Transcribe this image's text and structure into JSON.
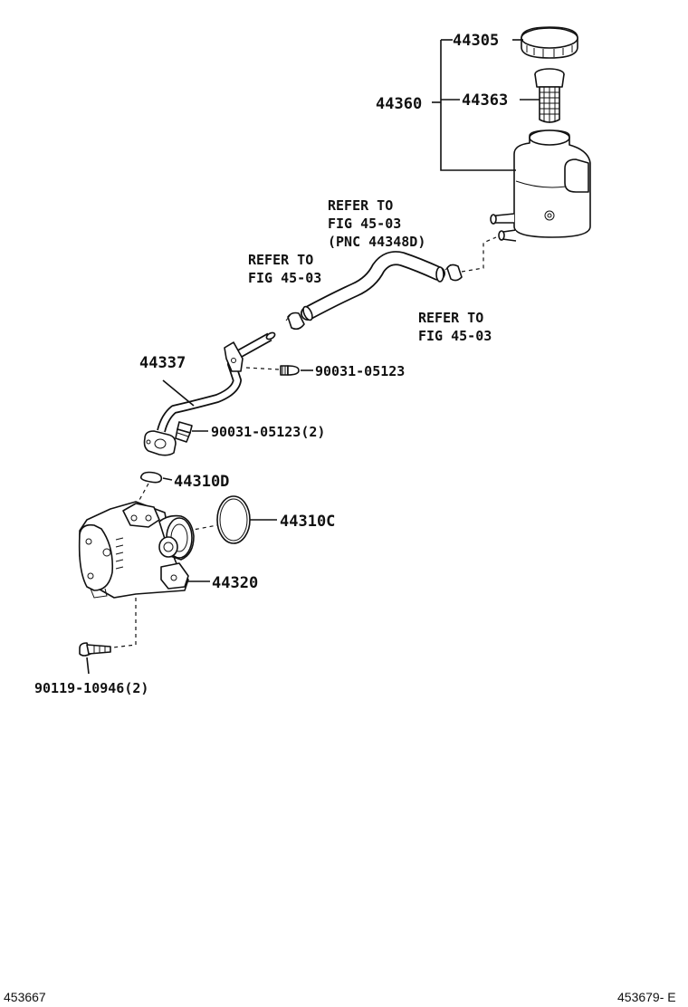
{
  "parts": {
    "p44305": "44305",
    "p44360": "44360",
    "p44363": "44363",
    "p44337": "44337",
    "p90031a": "90031-05123",
    "p90031b": "90031-05123(2)",
    "p44310d": "44310D",
    "p44310c": "44310C",
    "p44320": "44320",
    "p90119": "90119-10946(2)"
  },
  "refs": {
    "ref1": {
      "line1": "REFER TO",
      "line2": "FIG 45-03",
      "line3": "(PNC 44348D)"
    },
    "ref2": {
      "line1": "REFER TO",
      "line2": "FIG 45-03"
    },
    "ref3": {
      "line1": "REFER TO",
      "line2": "FIG 45-03"
    }
  },
  "footer": {
    "left_code": "453667",
    "right_code": "453679- E"
  }
}
